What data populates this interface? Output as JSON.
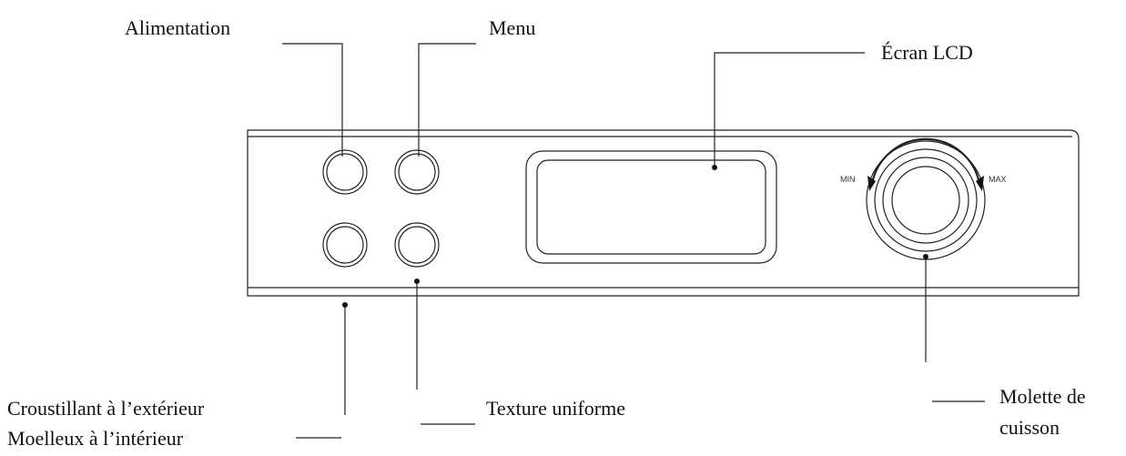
{
  "labels": {
    "power": "Alimentation",
    "menu": "Menu",
    "lcd": "Écran LCD",
    "crispy_line1": "Croustillant à l’extérieur",
    "crispy_line2": "Moelleux à l’intérieur",
    "uniform": "Texture uniforme",
    "knob_line1": "Molette de",
    "knob_line2": "cuisson"
  },
  "knob_scale": {
    "min": "MIN",
    "max": "MAX"
  },
  "colors": {
    "line": "#222222",
    "background": "#ffffff"
  }
}
